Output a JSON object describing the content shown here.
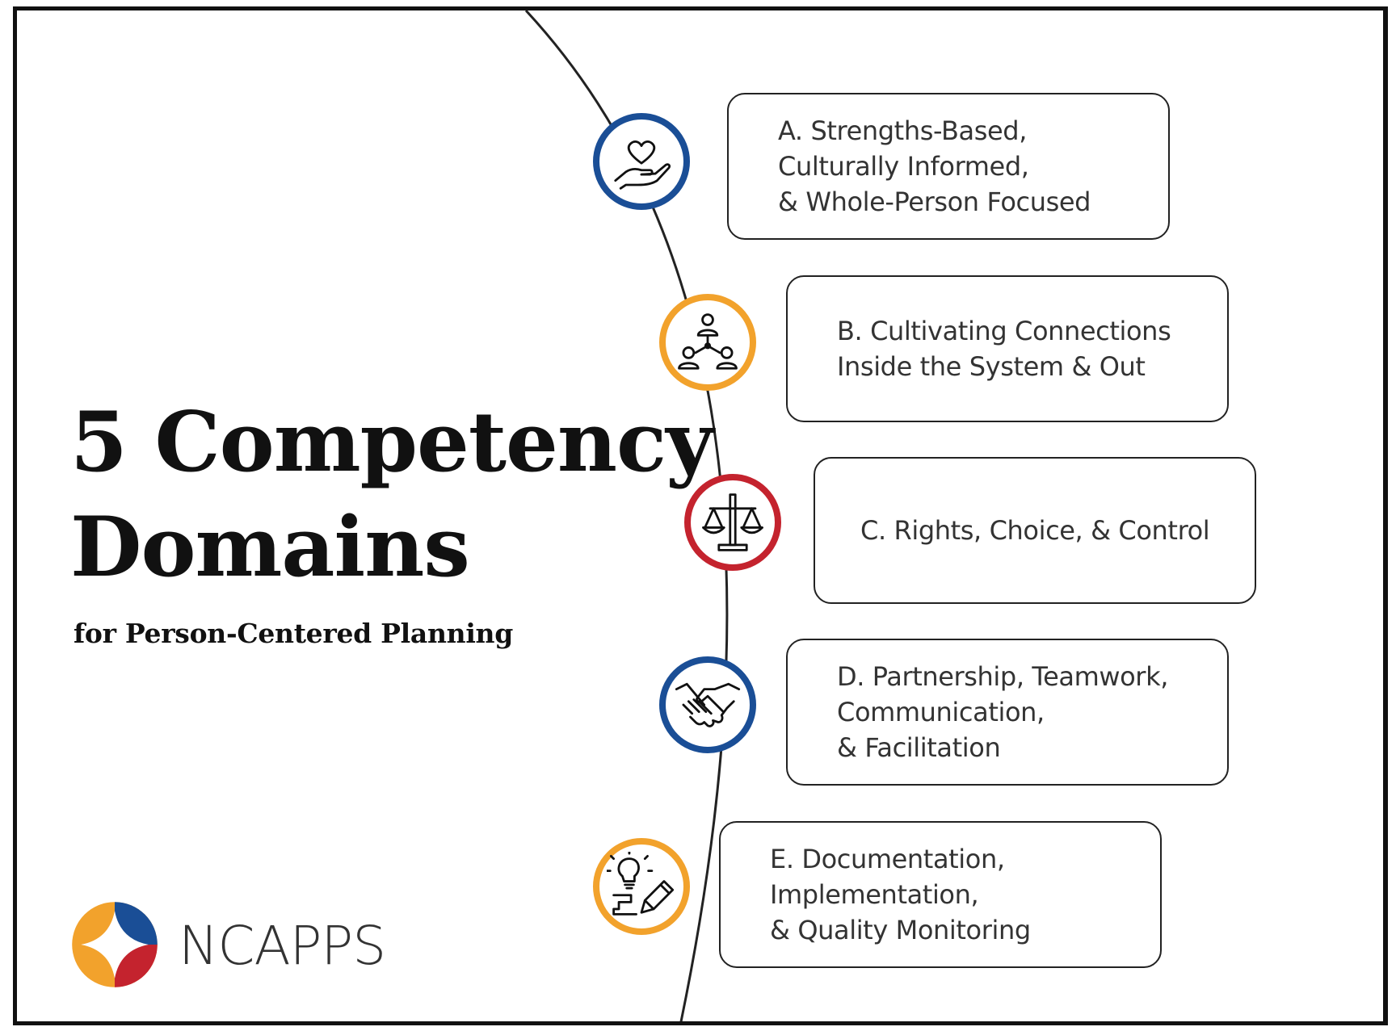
{
  "title_line1": "5 Competency",
  "title_line2": "Domains",
  "subtitle": "for Person-Centered Planning",
  "logo": {
    "wordmark": "NCAPPS"
  },
  "colors": {
    "blue": "#1a4e96",
    "orange": "#f2a22c",
    "red": "#c4232e"
  },
  "domains": [
    {
      "label": "A. Strengths-Based,\nCulturally Informed,\n& Whole-Person Focused",
      "icon": "heart-in-hand-icon",
      "ring": "blue"
    },
    {
      "label": "B. Cultivating Connections\nInside the System & Out",
      "icon": "people-network-icon",
      "ring": "orange"
    },
    {
      "label": "C. Rights, Choice, & Control",
      "icon": "scales-icon",
      "ring": "red"
    },
    {
      "label": "D. Partnership, Teamwork,\nCommunication,\n& Facilitation",
      "icon": "handshake-icon",
      "ring": "blue"
    },
    {
      "label": "E. Documentation,\nImplementation,\n& Quality Monitoring",
      "icon": "lightbulb-pencil-icon",
      "ring": "orange"
    }
  ]
}
